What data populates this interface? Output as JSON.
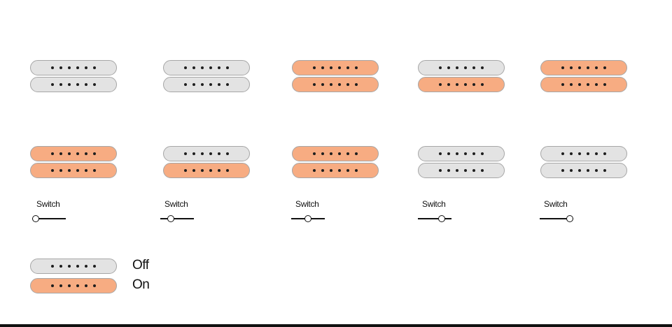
{
  "colors": {
    "off": "#e3e3e3",
    "on": "#f7ac82",
    "border": "#a6a6a6"
  },
  "pickups": [
    {
      "coils": [
        "off",
        "off"
      ]
    },
    {
      "coils": [
        "off",
        "off"
      ]
    },
    {
      "coils": [
        "on",
        "on"
      ]
    },
    {
      "coils": [
        "off",
        "on"
      ]
    },
    {
      "coils": [
        "on",
        "on"
      ]
    },
    {
      "coils": [
        "on",
        "on"
      ]
    },
    {
      "coils": [
        "off",
        "on"
      ]
    },
    {
      "coils": [
        "on",
        "on"
      ]
    },
    {
      "coils": [
        "off",
        "off"
      ]
    },
    {
      "coils": [
        "off",
        "off"
      ]
    }
  ],
  "switches": [
    {
      "label": "Switch",
      "position": 1
    },
    {
      "label": "Switch",
      "position": 2
    },
    {
      "label": "Switch",
      "position": 3
    },
    {
      "label": "Switch",
      "position": 4
    },
    {
      "label": "Switch",
      "position": 5
    }
  ],
  "legend": [
    {
      "state": "off",
      "label": "Off"
    },
    {
      "state": "on",
      "label": "On"
    }
  ]
}
